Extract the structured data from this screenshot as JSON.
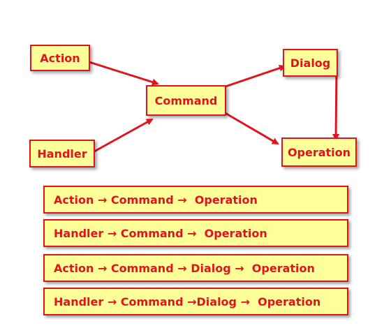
{
  "nodes": {
    "action": "Action",
    "handler": "Handler",
    "command": "Command",
    "dialog": "Dialog",
    "operation": "Operation"
  },
  "paths": [
    "Action → Command →  Operation",
    "Handler → Command →  Operation",
    "Action → Command → Dialog →  Operation",
    "Handler → Command →Dialog →  Operation"
  ],
  "colors": {
    "accent": "#e0141e",
    "fill": "#ffff99"
  }
}
